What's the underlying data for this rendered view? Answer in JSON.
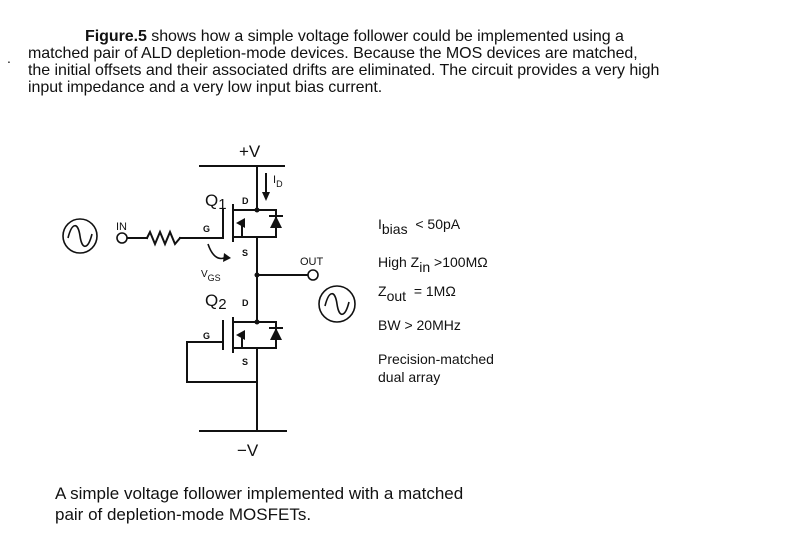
{
  "intro": {
    "figure_ref": "Figure.5",
    "line1_rest": " shows how a simple voltage follower could be implemented using a",
    "line2": "matched pair of ALD depletion-mode devices. Because the MOS devices are matched,",
    "line3": "the initial offsets and their associated drifts are eliminated. The circuit provides a very high",
    "line4": "input impedance and a very low input bias current.",
    "margin_mark": "."
  },
  "circuit": {
    "supply_pos": "+V",
    "supply_neg": "−V",
    "q1_letter": "Q",
    "q1_sub": "1",
    "q2_letter": "Q",
    "q2_sub": "2",
    "drain": "D",
    "gate": "G",
    "source": "S",
    "in_label": "IN",
    "out_label": "OUT",
    "id_letter": "I",
    "id_sub": "D",
    "vgs_letter": "V",
    "vgs_sub": "GS"
  },
  "specs": {
    "ibias_main": "I",
    "ibias_sub": "bias",
    "ibias_value": "< 50pA",
    "zin_prefix": "High Z",
    "zin_sub": "in",
    "zin_value": ">100MΩ",
    "zout_main": "Z",
    "zout_sub": "out",
    "zout_value": "= 1MΩ",
    "bw": "BW > 20MHz",
    "precision_line1": "Precision-matched",
    "precision_line2": "dual array"
  },
  "caption": {
    "line1": "A simple voltage follower implemented with a matched",
    "line2": "pair of depletion-mode MOSFETs."
  }
}
